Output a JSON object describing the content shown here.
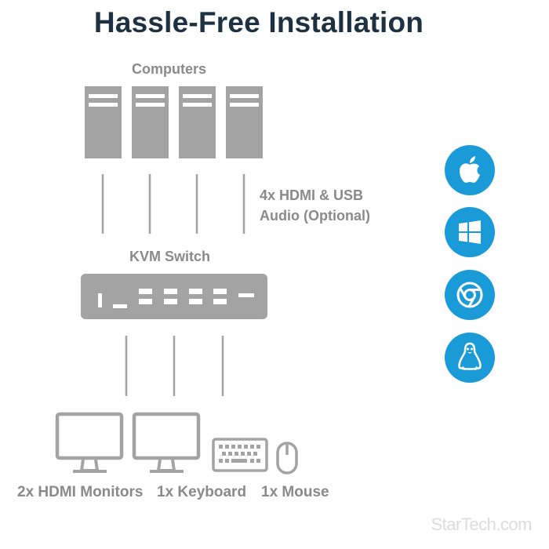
{
  "title": "Hassle-Free Installation",
  "labels": {
    "computers": "Computers",
    "cables_line1": "4x HDMI & USB",
    "cables_line2": "Audio (Optional)",
    "kvm_switch": "KVM Switch",
    "monitors": "2x HDMI Monitors",
    "keyboard": "1x Keyboard",
    "mouse": "1x Mouse"
  },
  "watermark": "StarTech.com",
  "os_icons": [
    "apple-icon",
    "windows-icon",
    "chrome-icon",
    "linux-icon"
  ],
  "colors": {
    "title": "#1e3142",
    "device_gray": "#a3a3a3",
    "icon_blue": "#1a9ad6",
    "label_gray": "#8a8a8a"
  }
}
